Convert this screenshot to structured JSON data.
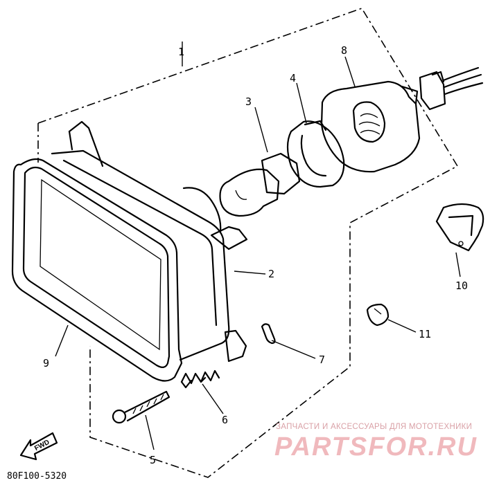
{
  "diagram": {
    "reference_code": "80F100-5320",
    "direction_marker": "FWD",
    "callouts": [
      {
        "id": "1",
        "label": "1"
      },
      {
        "id": "2",
        "label": "2"
      },
      {
        "id": "3",
        "label": "3"
      },
      {
        "id": "4",
        "label": "4"
      },
      {
        "id": "5",
        "label": "5"
      },
      {
        "id": "6",
        "label": "6"
      },
      {
        "id": "7",
        "label": "7"
      },
      {
        "id": "8",
        "label": "8"
      },
      {
        "id": "9",
        "label": "9"
      },
      {
        "id": "10",
        "label": "10"
      },
      {
        "id": "11",
        "label": "11"
      }
    ]
  },
  "watermark": {
    "tagline": "ЗАПЧАСТИ И АКСЕССУАРЫ ДЛЯ МОТОТЕХНИКИ",
    "brand": "PARTSFOR.RU"
  }
}
